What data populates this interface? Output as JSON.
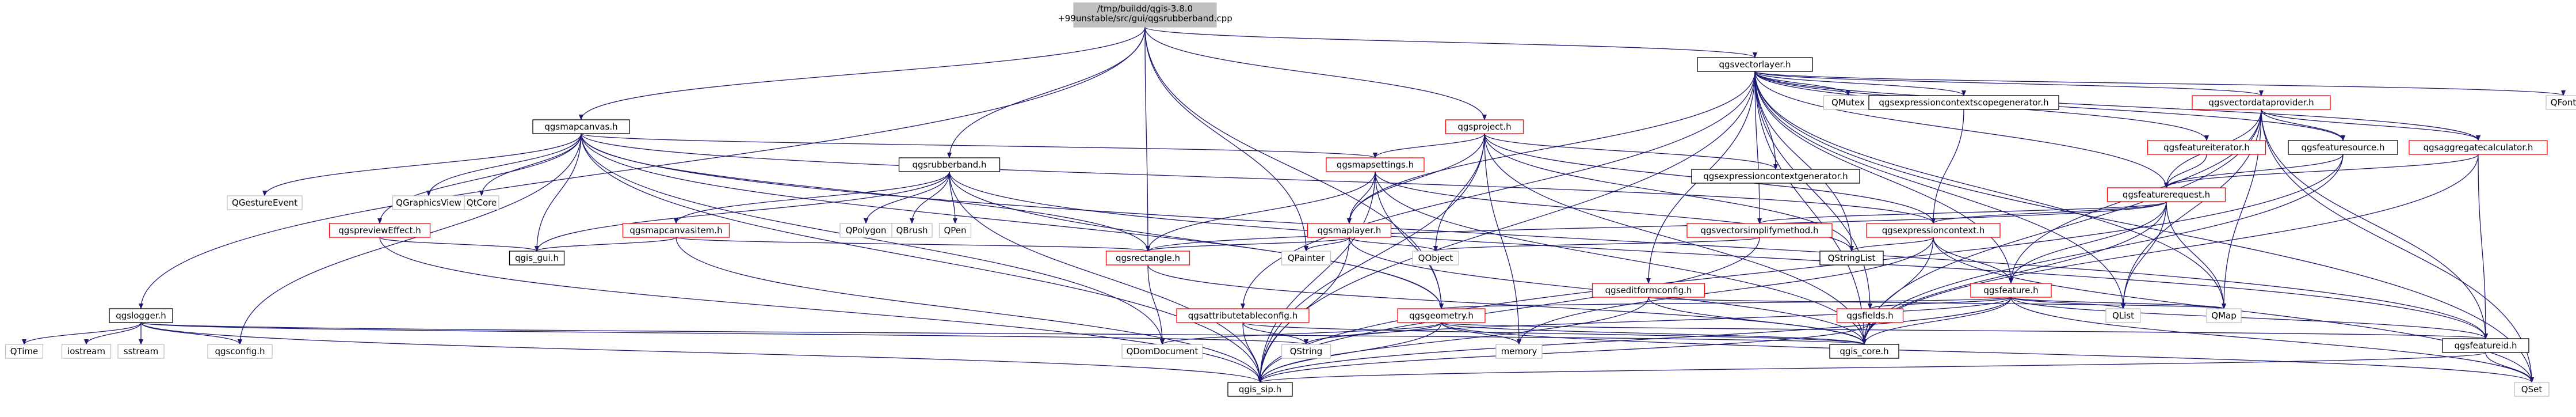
{
  "root": {
    "line1": "/tmp/buildd/qgis-3.8.0",
    "line2": "+99unstable/src/gui/qgsrubberband.cpp"
  },
  "nodes": {
    "qgsvectorlayer_h": "qgsvectorlayer.h",
    "qgslogger_h": "qgslogger.h",
    "qgsmapcanvas_h": "qgsmapcanvas.h",
    "qgsrubberband_h": "qgsrubberband.h",
    "qgsproject_h": "qgsproject.h",
    "qmutex": "QMutex",
    "qgsexpressioncontextscopegenerator_h": "qgsexpressioncontextscopegenerator.h",
    "qgsvectordataprovider_h": "qgsvectordataprovider.h",
    "qfont": "QFont",
    "qgsfeatureiterator_h": "qgsfeatureiterator.h",
    "qgsfeaturesource_h": "qgsfeaturesource.h",
    "qgsaggregatecalculator_h": "qgsaggregatecalculator.h",
    "qgsfeaturerequest_h": "qgsfeaturerequest.h",
    "qgsexpressioncontextgenerator_h": "qgsexpressioncontextgenerator.h",
    "qgsexpressioncontext_h": "qgsexpressioncontext.h",
    "qgsvectorsimplifymethod_h": "qgsvectorsimplifymethod.h",
    "qgsmapsettings_h": "qgsmapsettings.h",
    "qgsmaplayer_h": "qgsmaplayer.h",
    "qgsgestureevent": "QGestureEvent",
    "qgraphicsview": "QGraphicsView",
    "qtcore": "QtCore",
    "qgspreviewEffect_h": "qgspreviewEffect.h",
    "qgsmapcanvasitem_h": "qgsmapcanvasitem.h",
    "qpolygon": "QPolygon",
    "qbrush": "QBrush",
    "qpen": "QPen",
    "qgs_gui_h": "qgis_gui.h",
    "qgsrectangle_h": "qgsrectangle.h",
    "qpainter": "QPainter",
    "qobject": "QObject",
    "qstringlist": "QStringList",
    "qgseditformconfig_h": "qgseditformconfig.h",
    "qgsfeature_h": "qgsfeature.h",
    "qlist": "QList",
    "qmap": "QMap",
    "qgsattributetableconfig_h": "qgsattributetableconfig.h",
    "qgsgeometry_h": "qgsgeometry.h",
    "qgsfields_h": "qgsfields.h",
    "qgsfeatureid_h": "qgsfeatureid.h",
    "qtime": "QTime",
    "iostream": "iostream",
    "sstream": "sstream",
    "qgsconfig_h": "qgsconfig.h",
    "qdomdocument": "QDomDocument",
    "qstring": "QString",
    "memory": "memory",
    "qgis_core_h": "qgis_core.h",
    "qgis_sip_h": "qgis_sip.h",
    "qset": "QSet"
  },
  "colors": {
    "edge": "#191970",
    "root_fill": "#bfbfbf",
    "node_border": "#000000",
    "red_border": "#ff0000"
  }
}
